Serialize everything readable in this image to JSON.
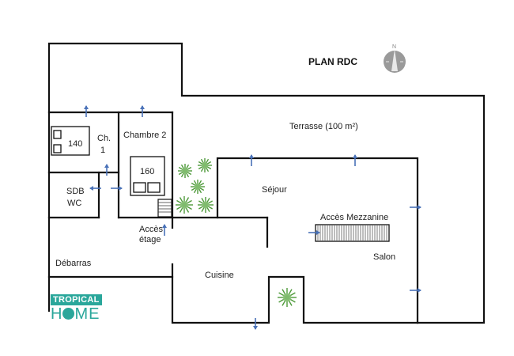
{
  "plan": {
    "title": "PLAN RDC",
    "compass_label": "N",
    "logo": {
      "line1": "TROPICAL",
      "line2_left": "H",
      "line2_right": "ME",
      "color": "#2aa79b"
    },
    "rooms": {
      "terrasse": "Terrasse (100 m²)",
      "chambre1_line1": "Ch.",
      "chambre1_line2": "1",
      "bed1": "140",
      "chambre2": "Chambre 2",
      "bed2": "160",
      "sdb_line1": "SDB",
      "sdb_line2": "WC",
      "acces_etage_line1": "Accès",
      "acces_etage_line2": "étage",
      "debarras": "Débarras",
      "sejour": "Séjour",
      "acces_mezzanine": "Accès Mezzanine",
      "salon": "Salon",
      "cuisine": "Cuisine"
    },
    "colors": {
      "arrow": "#4a72b8",
      "plant": "#4e9a3a",
      "wall": "#111111"
    }
  }
}
